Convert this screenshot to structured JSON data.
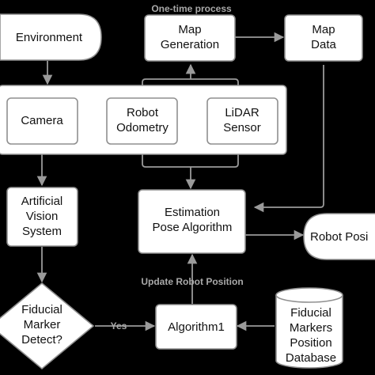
{
  "diagram": {
    "one_time_label": "One-time process",
    "update_label": "Update Robot Position",
    "yes_label": "Yes",
    "nodes": {
      "environment": "Environment",
      "map_generation": [
        "Map",
        "Generation"
      ],
      "map_data": [
        "Map",
        "Data"
      ],
      "camera": "Camera",
      "robot_odometry": [
        "Robot",
        "Odometry"
      ],
      "lidar_sensor": [
        "LiDAR",
        "Sensor"
      ],
      "artificial_vision": [
        "Artificial",
        "Vision",
        "System"
      ],
      "estimation": [
        "Estimation",
        "Pose Algorithm"
      ],
      "robot_position": "Robot Posi",
      "fiducial_detect": [
        "Fiducial",
        "Marker",
        "Detect?"
      ],
      "algorithm1": "Algorithm1",
      "fiducial_db": [
        "Fiducial",
        "Markers",
        "Position",
        "Database"
      ]
    }
  }
}
